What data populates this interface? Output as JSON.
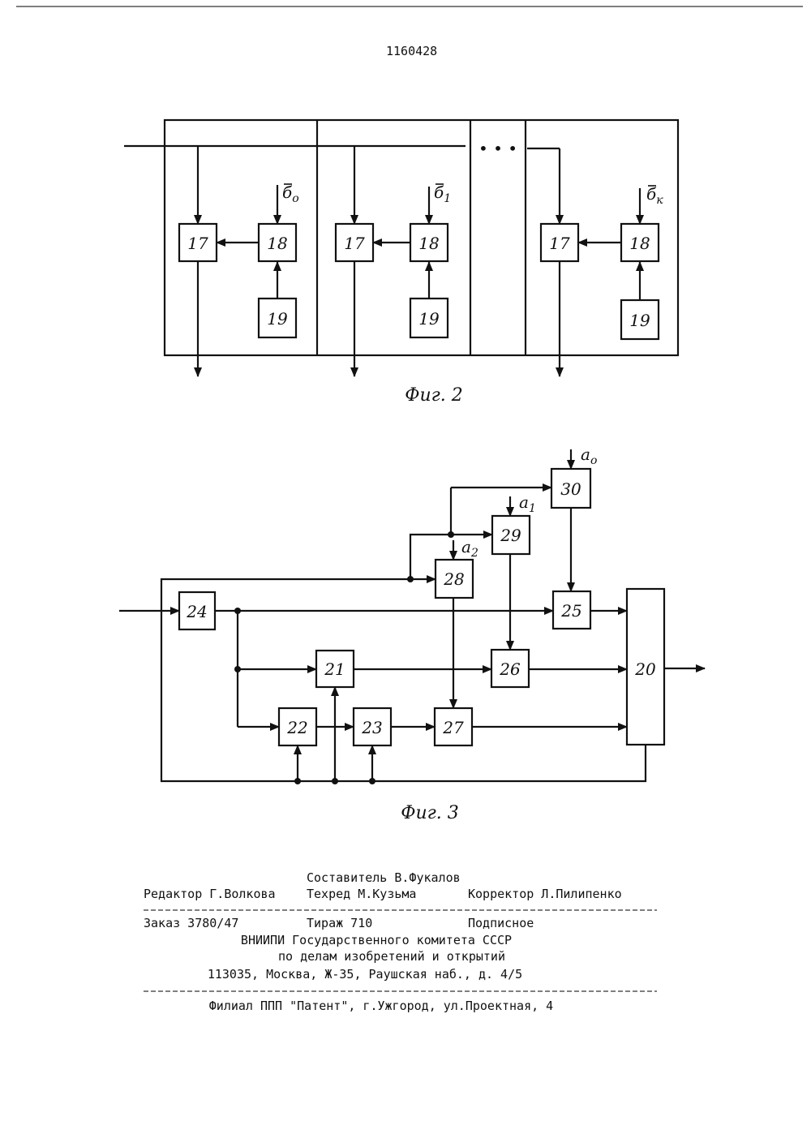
{
  "patent_number": "1160428",
  "fig2": {
    "caption": "Фиг. 2",
    "ellipsis": "• • •",
    "modules": [
      {
        "b17": "17",
        "b18": "18",
        "b19": "19",
        "input": "б",
        "sub": "o"
      },
      {
        "b17": "17",
        "b18": "18",
        "b19": "19",
        "input": "б",
        "sub": "1"
      },
      {
        "b17": "17",
        "b18": "18",
        "b19": "19",
        "input": "б",
        "sub": "к"
      }
    ]
  },
  "fig3": {
    "caption": "Фиг. 3",
    "blocks": {
      "b20": "20",
      "b21": "21",
      "b22": "22",
      "b23": "23",
      "b24": "24",
      "b25": "25",
      "b26": "26",
      "b27": "27",
      "b28": "28",
      "b29": "29",
      "b30": "30"
    },
    "inputs": {
      "a0": "a",
      "a0_sub": "o",
      "a1": "a",
      "a1_sub": "1",
      "a2": "a",
      "a2_sub": "2"
    }
  },
  "imprint": {
    "line1": "Составитель В.Фукалов",
    "line2a": "Редактор Г.Волкова",
    "line2b": "Техред  М.Кузьма",
    "line2c": "Корректор Л.Пилипенко",
    "line3a": "Заказ 3780/47",
    "line3b": "Тираж 710",
    "line3c": "Подписное",
    "line4": "ВНИИПИ Государственного комитета СССР",
    "line5": "по делам изобретений и открытий",
    "line6": "113035, Москва, Ж-35, Раушская наб., д. 4/5",
    "line7": "Филиал ППП \"Патент\", г.Ужгород, ул.Проектная, 4"
  }
}
